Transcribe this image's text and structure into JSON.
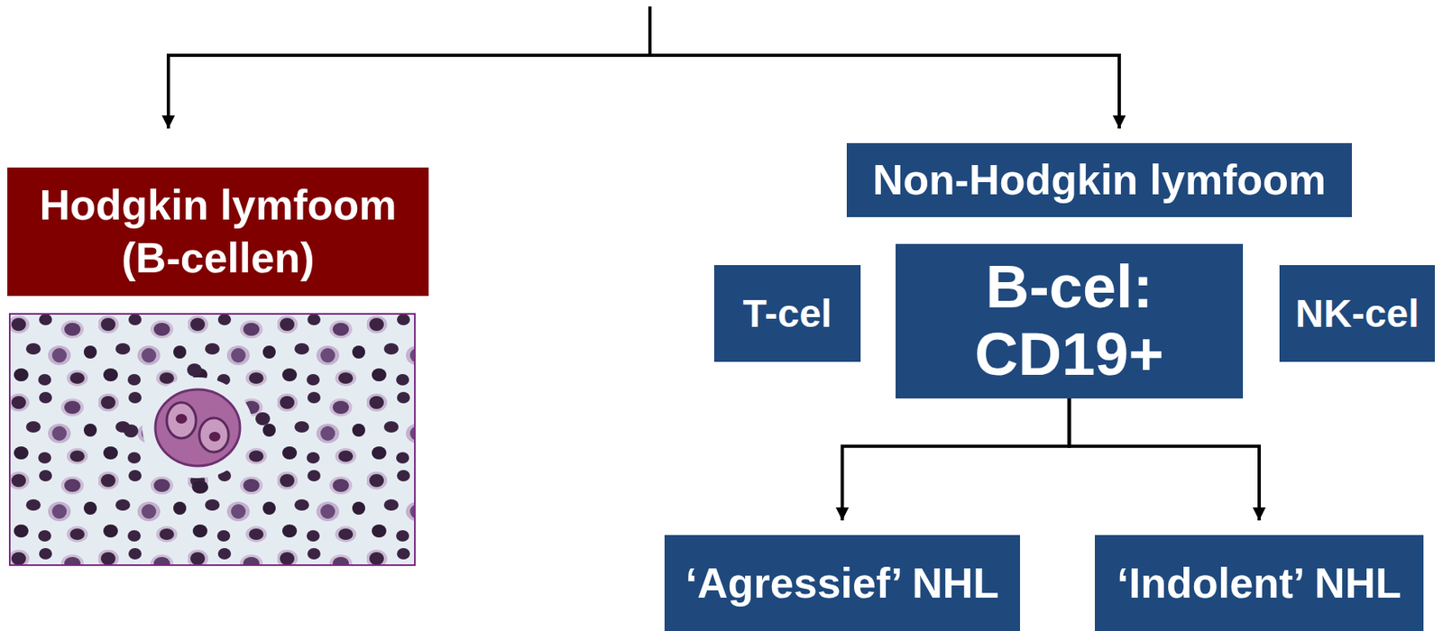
{
  "diagram": {
    "nodes": [
      {
        "text": [
          "Hodgkin lymfoom (B-cellen)"
        ]
      },
      {
        "text": [
          "Non-Hodgkin lymfoom"
        ]
      },
      {
        "text": [
          "T-cel"
        ]
      },
      {
        "text": [
          "B-cel: CD19+"
        ]
      },
      {
        "text": [
          "NK-cel"
        ]
      },
      {
        "text": [
          "‘Agressief’ NHL"
        ]
      },
      {
        "text": [
          "‘Indolent’ NHL"
        ]
      }
    ],
    "edges": [
      {
        "from": 3,
        "to": 5,
        "arrow": "to"
      },
      {
        "from": 3,
        "to": 6,
        "arrow": "to"
      }
    ]
  }
}
